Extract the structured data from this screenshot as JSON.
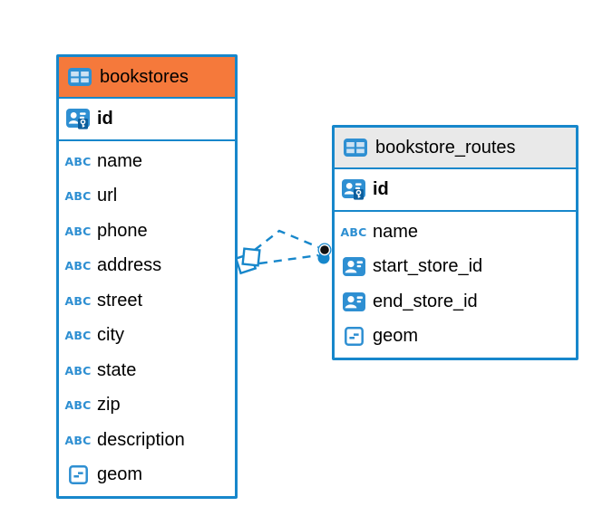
{
  "view": {
    "type": "entity-relationship-diagram"
  },
  "colors": {
    "accent_blue": "#1787cb",
    "icon_blue": "#2e8fd2",
    "icon_dark_blue": "#0b5e9d",
    "icon_cell_blue": "#cde2f3",
    "orange_header": "#f5793b",
    "gray_header": "#e9e9e9",
    "text": "#000000",
    "background": "#ffffff",
    "connector_dot_black": "#111111"
  },
  "icons": {
    "text_glyph": "ABC"
  },
  "tables": [
    {
      "name": "bookstores",
      "header_style": "orange",
      "header_icon": "table-icon",
      "primary_key": {
        "label": "id",
        "icon": "pk-icon"
      },
      "fields": [
        {
          "label": "name",
          "icon": "text-icon"
        },
        {
          "label": "url",
          "icon": "text-icon"
        },
        {
          "label": "phone",
          "icon": "text-icon"
        },
        {
          "label": "address",
          "icon": "text-icon"
        },
        {
          "label": "street",
          "icon": "text-icon"
        },
        {
          "label": "city",
          "icon": "text-icon"
        },
        {
          "label": "state",
          "icon": "text-icon"
        },
        {
          "label": "zip",
          "icon": "text-icon"
        },
        {
          "label": "description",
          "icon": "text-icon"
        },
        {
          "label": "geom",
          "icon": "geometry-icon"
        }
      ]
    },
    {
      "name": "bookstore_routes",
      "header_style": "gray",
      "header_icon": "table-icon",
      "primary_key": {
        "label": "id",
        "icon": "pk-icon"
      },
      "fields": [
        {
          "label": "name",
          "icon": "text-icon"
        },
        {
          "label": "start_store_id",
          "icon": "fk-icon"
        },
        {
          "label": "end_store_id",
          "icon": "fk-icon"
        },
        {
          "label": "geom",
          "icon": "geometry-icon"
        }
      ]
    }
  ],
  "relationships": [
    {
      "from_table": "bookstores",
      "to_table": "bookstore_routes",
      "line_style": "dashed",
      "line_count": 2
    }
  ]
}
